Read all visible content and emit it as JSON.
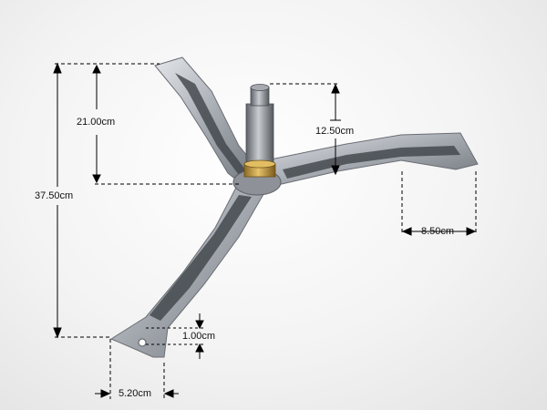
{
  "colors": {
    "background": "#f0f0f0",
    "spider_metal": "#9ea3aa",
    "spider_highlight": "#d8dbe0",
    "spider_shadow": "#55595f",
    "shaft": "#7d8186",
    "bushing": "#c9a24a",
    "dimension_line": "#000000"
  },
  "dimensions": {
    "total_height": "37.50cm",
    "arm_height": "21.00cm",
    "shaft_height": "12.50cm",
    "arm_tip_width": "8.50cm",
    "hole_offset": "1.00cm",
    "tip_width": "5.20cm"
  }
}
